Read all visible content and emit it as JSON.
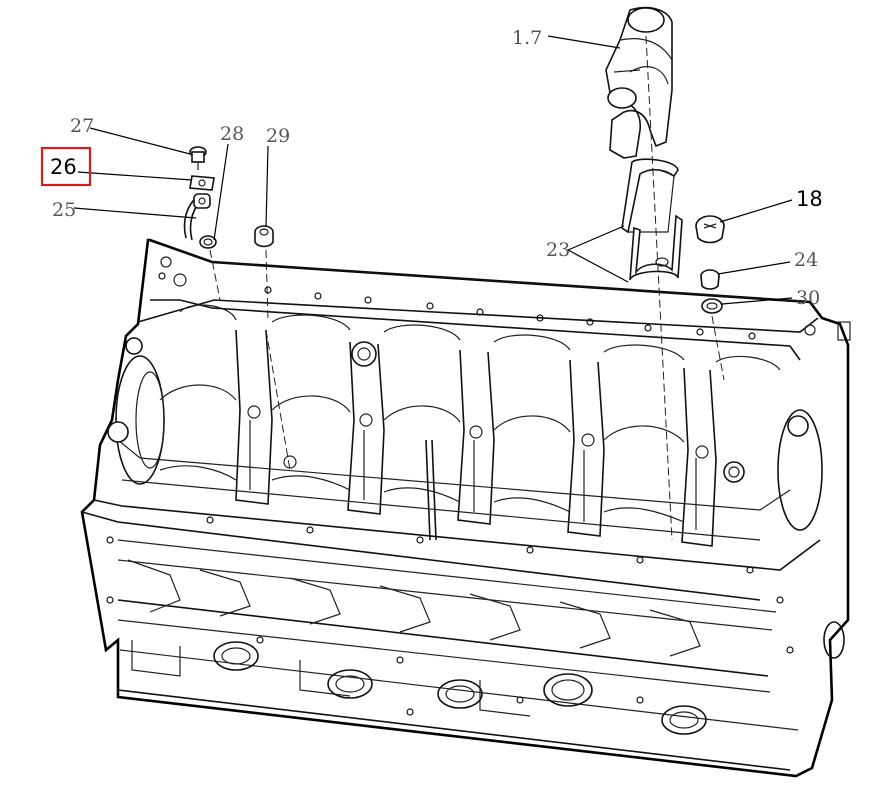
{
  "diagram": {
    "labels": {
      "l_1_7": "1.7",
      "l_27": "27",
      "l_28": "28",
      "l_29": "29",
      "l_26": "26",
      "l_25": "25",
      "l_23": "23",
      "l_18": "18",
      "l_24": "24",
      "l_30": "30"
    },
    "highlight_color": "#d61c1c",
    "line_color": "#111111"
  }
}
